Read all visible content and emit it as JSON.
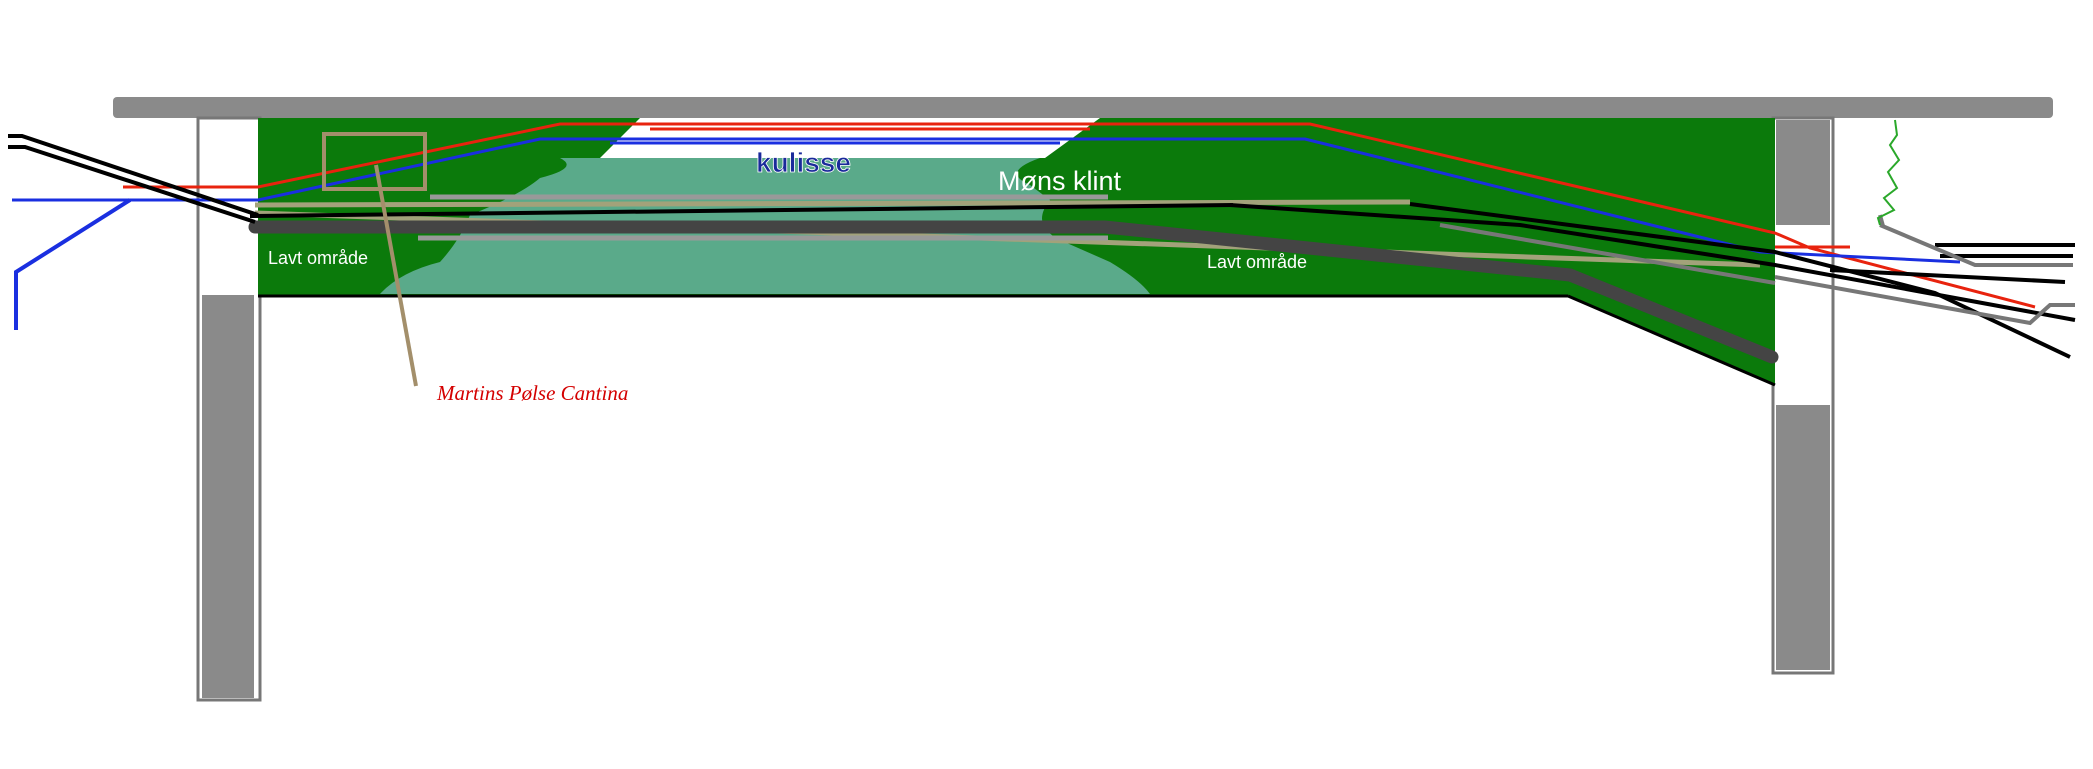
{
  "labels": {
    "kulisse": "kulisse",
    "mons_klint": "Møns klint",
    "lavt_left": "Lavt område",
    "lavt_right": "Lavt område",
    "cantina": "Martins Pølse Cantina"
  },
  "colors": {
    "board": "#0b7a0b",
    "water": "#5aaa8a",
    "shelf": "#8a8a8a",
    "frame": "#888888",
    "track_light": "#a2a27a",
    "track_dark": "#444444",
    "track_grey": "#999999",
    "red": "#e8230e",
    "blue": "#1a2fe0",
    "black": "#000000",
    "tan": "#a38f6b",
    "kulisse_text": "#1a2a9a",
    "cantina_text": "#d40000",
    "vine": "#2aa82a"
  }
}
